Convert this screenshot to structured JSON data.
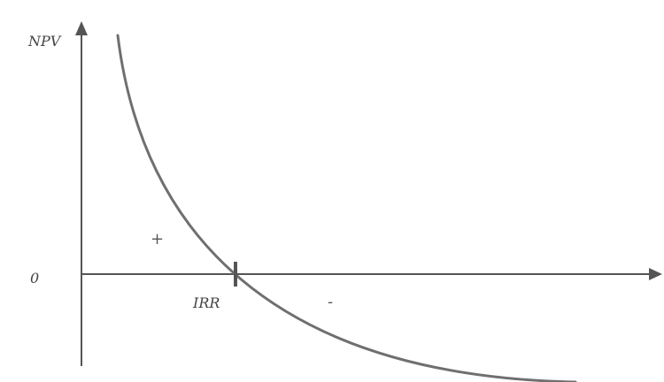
{
  "chart_data": {
    "type": "line",
    "ylabel": "NPV",
    "xlabel": "",
    "y_tick_label": "0",
    "irr_label": "IRR",
    "positive_label": "+",
    "negative_label": "-",
    "grid": false,
    "legend": false,
    "colors": {
      "axis": "#555555",
      "curve": "#6f6f6f",
      "text": "#444444"
    }
  }
}
